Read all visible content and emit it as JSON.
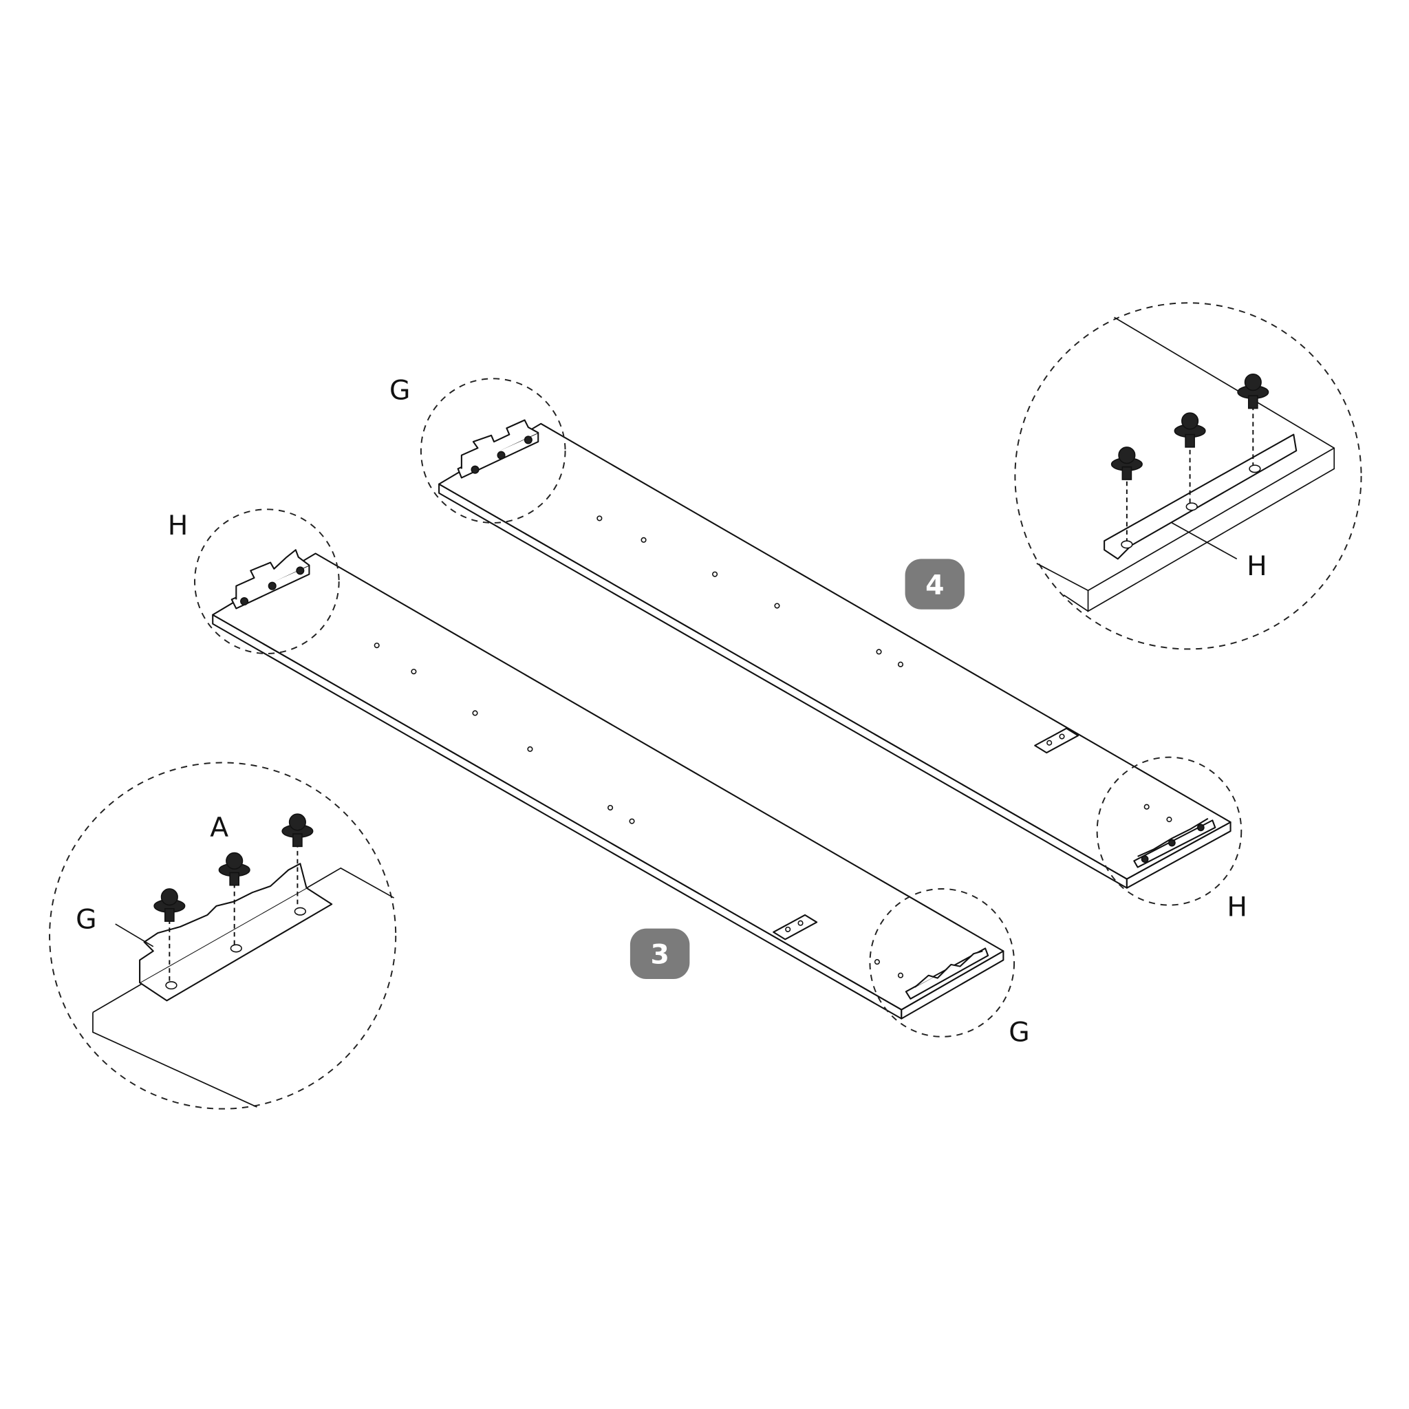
{
  "steps": {
    "step3": "3",
    "step4": "4"
  },
  "labels": {
    "board4_left_part": "G",
    "board4_right_part": "H",
    "board3_left_part": "H",
    "board3_right_part": "G",
    "detail_top_right_part": "H",
    "detail_bottom_left_part": "G",
    "detail_bottom_left_screw": "A"
  },
  "colors": {
    "badge": "#7b7b7b",
    "line": "#111111"
  }
}
